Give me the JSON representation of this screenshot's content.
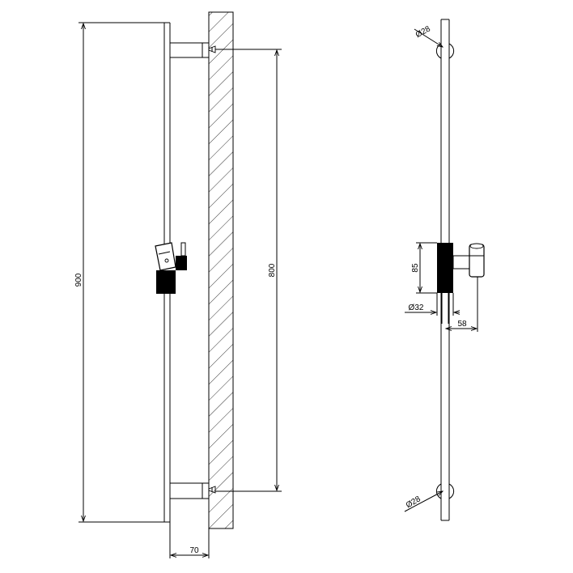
{
  "drawing": {
    "side_view": {
      "dim_total_height": "900",
      "dim_mount_spacing": "800",
      "dim_wall_offset": "70"
    },
    "front_view": {
      "dim_top_bracket": "Ø28",
      "dim_bottom_bracket": "Ø28",
      "dim_holder_height": "85",
      "dim_bar_diameter": "Ø32",
      "dim_holder_depth": "58"
    }
  }
}
